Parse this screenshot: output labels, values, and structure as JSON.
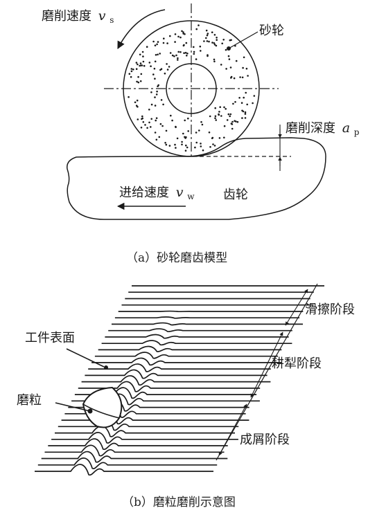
{
  "figure_a": {
    "label_speed": "磨削速度",
    "label_speed_var": "v",
    "label_speed_sub": "s",
    "label_wheel": "砂轮",
    "label_depth": "磨削深度",
    "label_depth_var": "a",
    "label_depth_sub": "p",
    "label_feed": "进给速度",
    "label_feed_var": "v",
    "label_feed_sub": "w",
    "label_gear": "齿轮",
    "caption": "（a）砂轮磨齿模型"
  },
  "figure_b": {
    "label_surface": "工件表面",
    "label_grain": "磨粒",
    "stage_sliding": "滑擦阶段",
    "stage_plowing": "耕犁阶段",
    "stage_chip": "成屑阶段",
    "caption": "（b）磨粒磨削示意图"
  },
  "colors": {
    "ink": "#1a1a1a",
    "caption": "#222222"
  }
}
